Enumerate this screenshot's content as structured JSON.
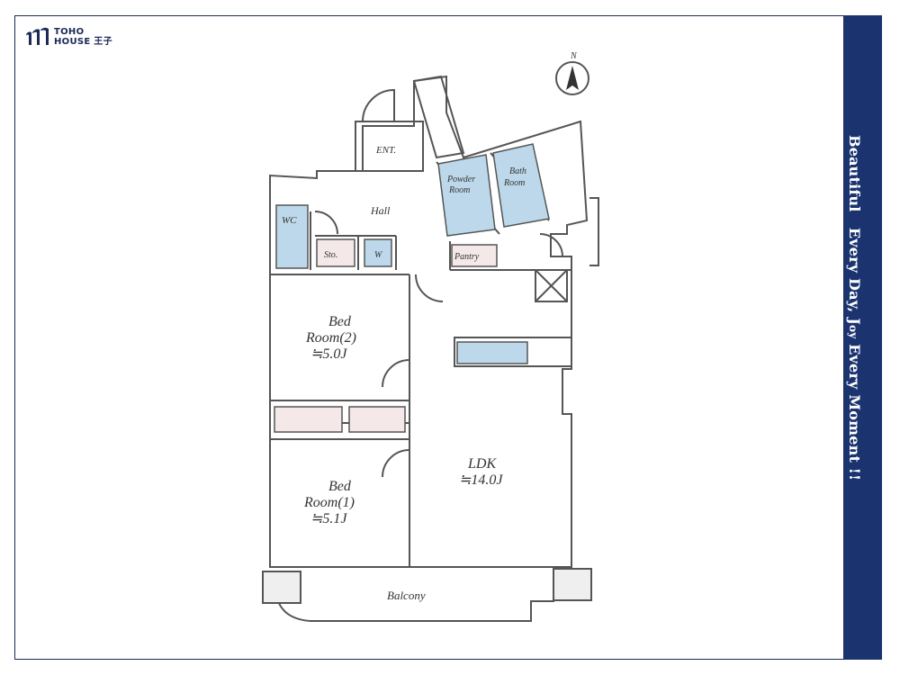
{
  "brand": {
    "line1": "TOHO",
    "line2": "HOUSE 王子",
    "icon": "toho-house-logo-icon"
  },
  "tagline": {
    "part1": "Beautiful",
    "part2": "Every Day, J",
    "part3": "oy",
    "part4": " Every Moment !!"
  },
  "plan": {
    "compass": "N",
    "rooms": {
      "entrance": "ENT.",
      "hall": "Hall",
      "wc": "WC",
      "storage": "Sto.",
      "washer": "W",
      "powder_room_1": "Powder",
      "powder_room_2": "Room",
      "bath_room_1": "Bath",
      "bath_room_2": "Room",
      "pantry": "Pantry",
      "bed2_line1": "Bed",
      "bed2_line2": "Room(2)",
      "bed2_area": "≒5.0J",
      "bed1_line1": "Bed",
      "bed1_line2": "Room(1)",
      "bed1_area": "≒5.1J",
      "ldk_line1": "LDK",
      "ldk_area": "≒14.0J",
      "balcony": "Balcony"
    }
  },
  "colors": {
    "navy": "#1b3470",
    "wet_area": "#bcd8ea",
    "wall": "#555555"
  }
}
